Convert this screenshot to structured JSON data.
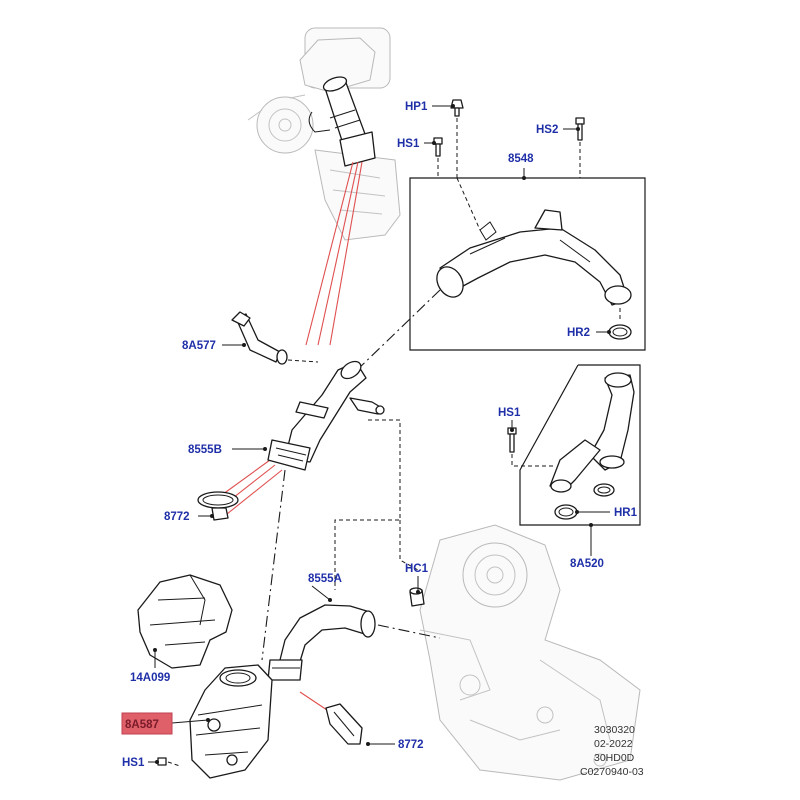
{
  "callouts": {
    "hp1": "HP1",
    "hs1_top": "HS1",
    "hs2": "HS2",
    "p8548": "8548",
    "p8a577": "8A577",
    "hr2": "HR2",
    "hs1_mid": "HS1",
    "p8555b": "8555B",
    "p8772_top": "8772",
    "hr1": "HR1",
    "p8a520": "8A520",
    "hc1": "HC1",
    "p8555a": "8555A",
    "p14a099": "14A099",
    "p8a587": "8A587",
    "p8772_bottom": "8772",
    "hs1_bottom": "HS1"
  },
  "highlight_color": "#e0606a",
  "callout_color": "#1f2fa8",
  "info_block": {
    "line1": "3030320",
    "line2": "02-2022",
    "line3": "30HD0D",
    "line4": "C0270940-03"
  }
}
